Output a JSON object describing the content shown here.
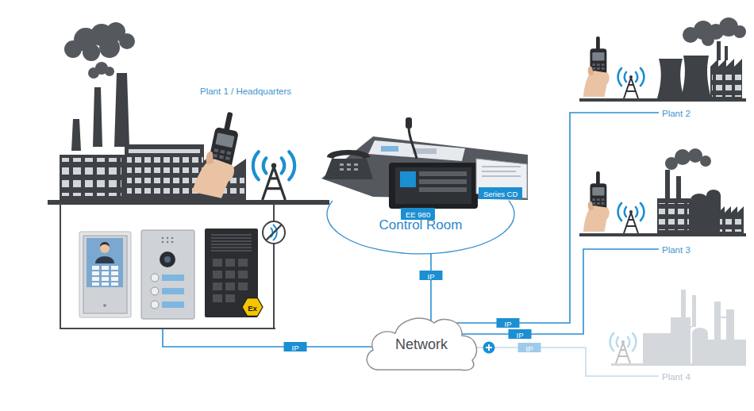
{
  "diagram": {
    "nodes": [
      {
        "text": [
          "Plant 1 / Headquarters"
        ]
      },
      {
        "text": [
          "Control Room"
        ]
      },
      {
        "text": [
          "EE 980"
        ],
        "in": 1
      },
      {
        "text": [
          "Series CD"
        ],
        "in": 1
      },
      {
        "text": [
          "Network"
        ]
      },
      {
        "text": [
          "Plant 2"
        ]
      },
      {
        "text": [
          "Plant 3"
        ]
      },
      {
        "text": [
          "Plant 4"
        ]
      }
    ],
    "edges": [
      {
        "from": 0,
        "to": 4,
        "arrow": "none",
        "label": "IP"
      },
      {
        "from": 1,
        "to": 4,
        "arrow": "none",
        "label": "IP"
      },
      {
        "from": 4,
        "to": 5,
        "arrow": "none",
        "label": "IP"
      },
      {
        "from": 4,
        "to": 6,
        "arrow": "none",
        "label": "IP"
      },
      {
        "from": 4,
        "to": 7,
        "arrow": "none",
        "label": "IP"
      }
    ],
    "labels": [
      "Ex"
    ]
  }
}
